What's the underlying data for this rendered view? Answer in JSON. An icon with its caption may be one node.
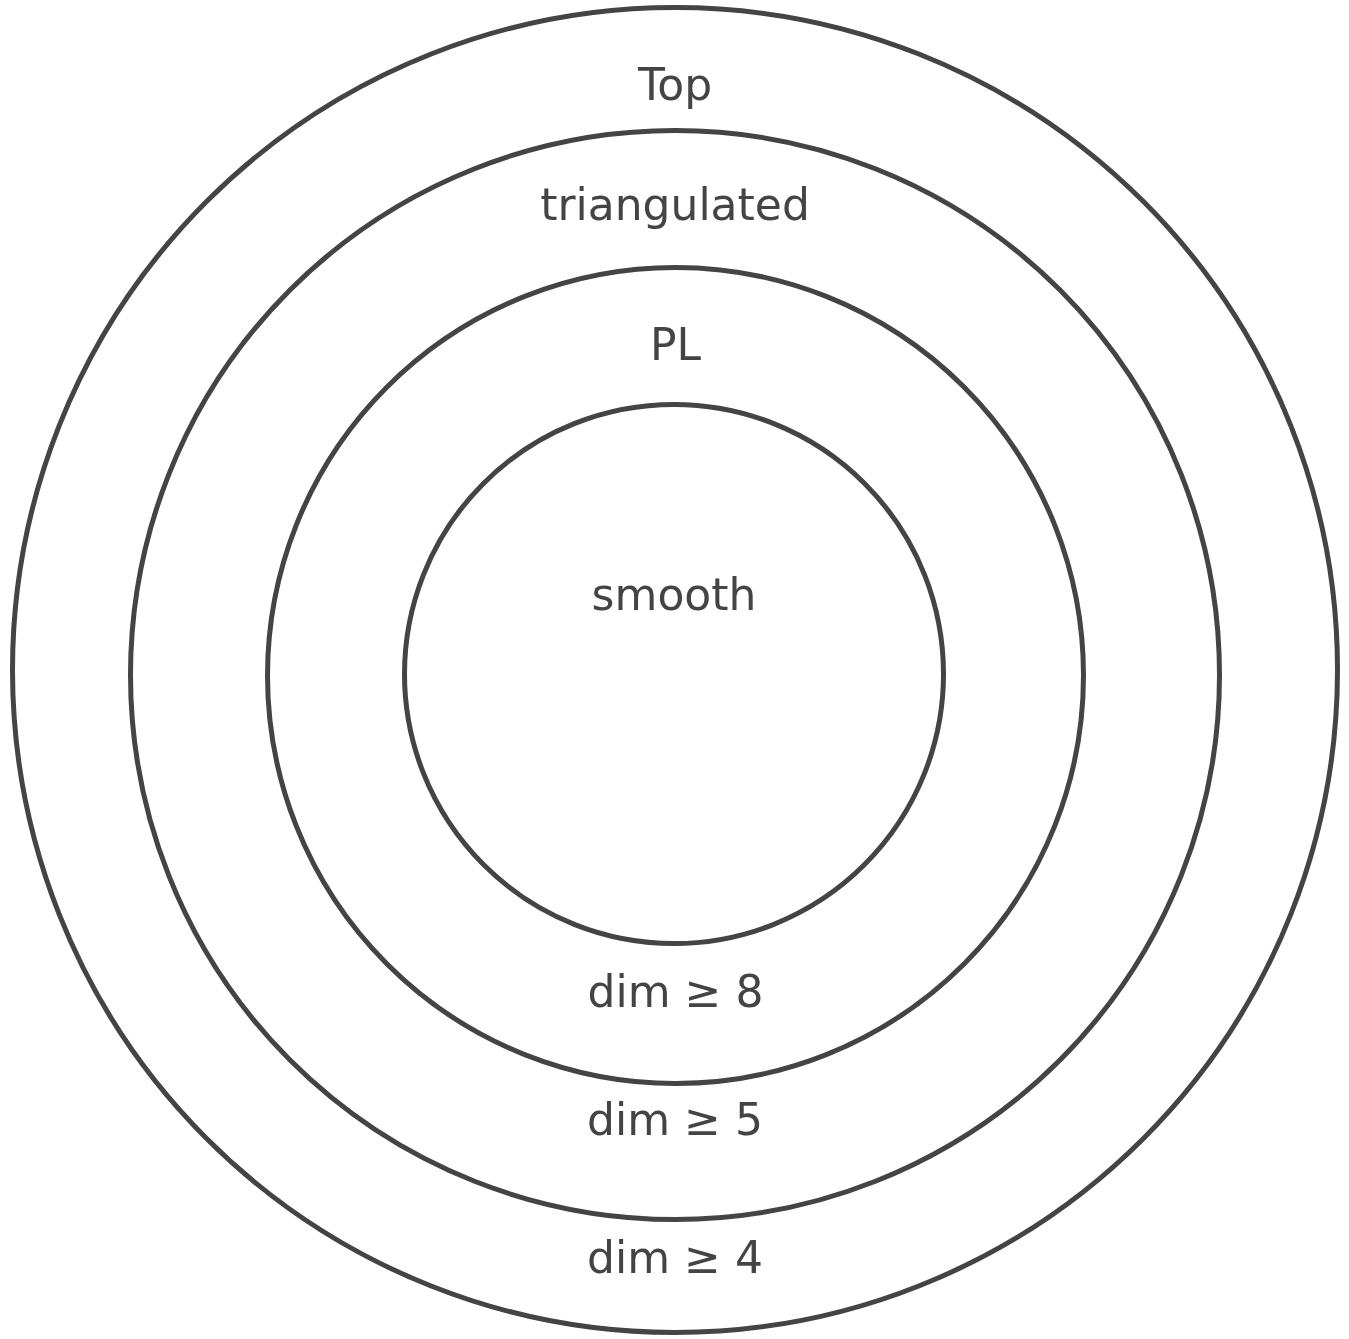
{
  "diagram": {
    "nodes": [
      {
        "text": [
          "Top",
          "dim ≥ 4"
        ]
      },
      {
        "text": [
          "triangulated",
          "dim ≥ 5"
        ],
        "in": 0
      },
      {
        "text": [
          "PL",
          "dim ≥ 8"
        ],
        "in": 1
      },
      {
        "text": [
          "smooth"
        ],
        "in": 2
      }
    ]
  }
}
